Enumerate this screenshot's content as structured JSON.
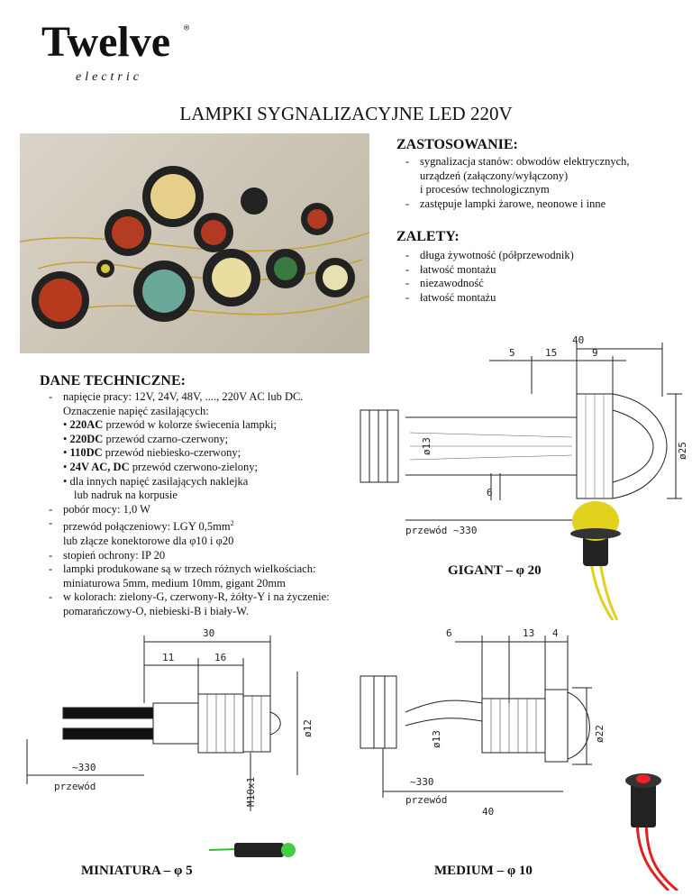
{
  "logo": {
    "text": "Twelve",
    "subtext": "electric",
    "registered": "®"
  },
  "title": "LAMPKI SYGNALIZACYJNE LED 220V",
  "zastosowanie": {
    "heading": "ZASTOSOWANIE:",
    "items": [
      "sygnalizacja stanów: obwodów elektrycznych,",
      "urządzeń (załączony/wyłączony)",
      "i procesów technologicznym",
      "zastępuje lampki żarowe, neonowe i inne"
    ]
  },
  "zalety": {
    "heading": "ZALETY:",
    "items": [
      "długa żywotność (półprzewodnik)",
      "łatwość montażu",
      "niezawodność",
      "łatwość montażu"
    ]
  },
  "dane": {
    "heading": "DANE TECHNICZNE:",
    "l1": "napięcie pracy: 12V, 24V, 48V, ...., 220V AC lub DC.",
    "l2": "Oznaczenie napięć zasilających:",
    "b1b": "220AC",
    "b1": " przewód w kolorze świecenia lampki;",
    "b2b": "220DC",
    "b2": " przewód czarno-czerwony;",
    "b3b": "110DC",
    "b3": " przewód niebiesko-czerwony;",
    "b4b": "24V AC, DC",
    "b4": " przewód czerwono-zielony;",
    "b5": "dla innych napięć zasilających naklejka",
    "b5b": "lub nadruk na korpusie",
    "l3": "pobór mocy: 1,0 W",
    "l4": "przewód połączeniowy: LGY 0,5mm",
    "l4sup": "2",
    "l4b": "lub złącze konektorowe dla φ10 i φ20",
    "l5": "stopień ochrony: IP 20",
    "l6": "lampki produkowane są w trzech różnych wielkościach:",
    "l6b": "miniaturowa 5mm, medium 10mm, gigant 20mm",
    "l7": "w kolorach: zielony-G, czerwony-R, żółty-Y i na życzenie:",
    "l7b": "pomarańczowy-O, niebieski-B i biały-W."
  },
  "gigant": {
    "caption": "GIGANT – φ 20",
    "d40": "40",
    "d5": "5",
    "d15": "15",
    "d9": "9",
    "d13": "ø13",
    "d25": "ø25",
    "d6": "6",
    "wire": "przewód ~330"
  },
  "mini": {
    "caption": "MINIATURA – φ 5",
    "d30": "30",
    "d11": "11",
    "d16": "16",
    "d12": "ø12",
    "wire1": "~330",
    "wire2": "przewód",
    "thread": "M10x1"
  },
  "medium": {
    "caption": "MEDIUM – φ 10",
    "d6": "6",
    "d13": "13",
    "d4": "4",
    "d13b": "ø13",
    "d22": "ø22",
    "wire1": "~330",
    "wire2": "przewód",
    "d40": "40"
  }
}
